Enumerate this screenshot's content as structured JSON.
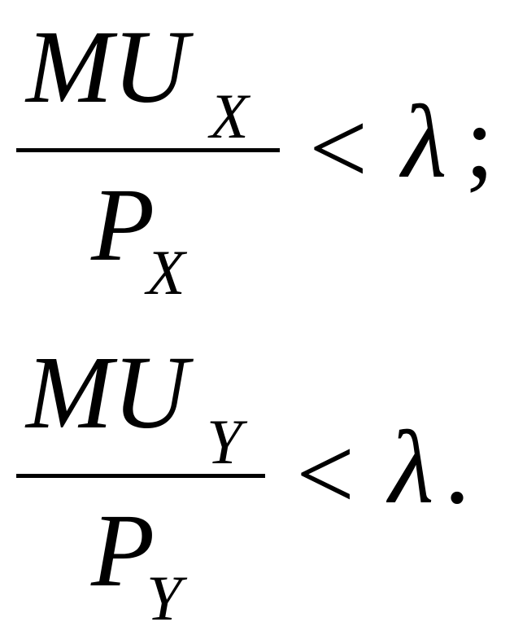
{
  "formulas": [
    {
      "numerator": "MU",
      "numerator_subscript": "X",
      "denominator": "P",
      "denominator_subscript": "X",
      "relation": "<",
      "rhs": "λ",
      "terminator": ";"
    },
    {
      "numerator": "MU",
      "numerator_subscript": "Y",
      "denominator": "P",
      "denominator_subscript": "Y",
      "relation": "<",
      "rhs": "λ",
      "terminator": "."
    }
  ],
  "colors": {
    "text": "#000000",
    "background": "#ffffff"
  }
}
